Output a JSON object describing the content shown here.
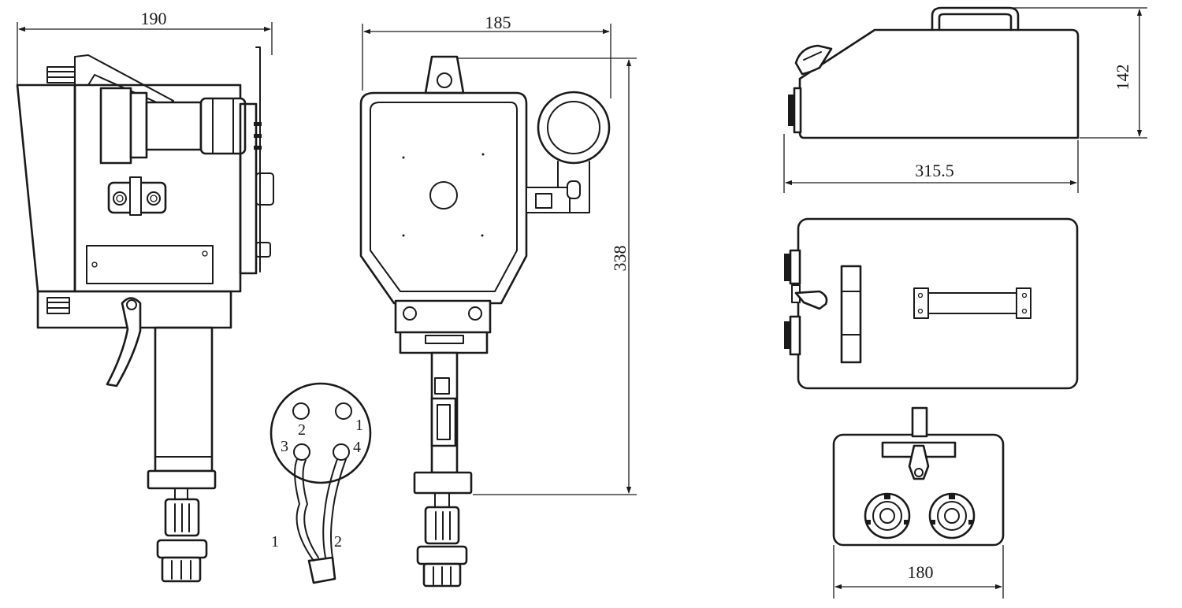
{
  "dimensions": {
    "side_width": "190",
    "front_width": "185",
    "front_height": "338",
    "box_height": "142",
    "box_length": "315.5",
    "box_end_width": "180"
  },
  "connector": {
    "pins": [
      "1",
      "2",
      "3",
      "4"
    ],
    "wires": [
      "1",
      "2"
    ]
  }
}
